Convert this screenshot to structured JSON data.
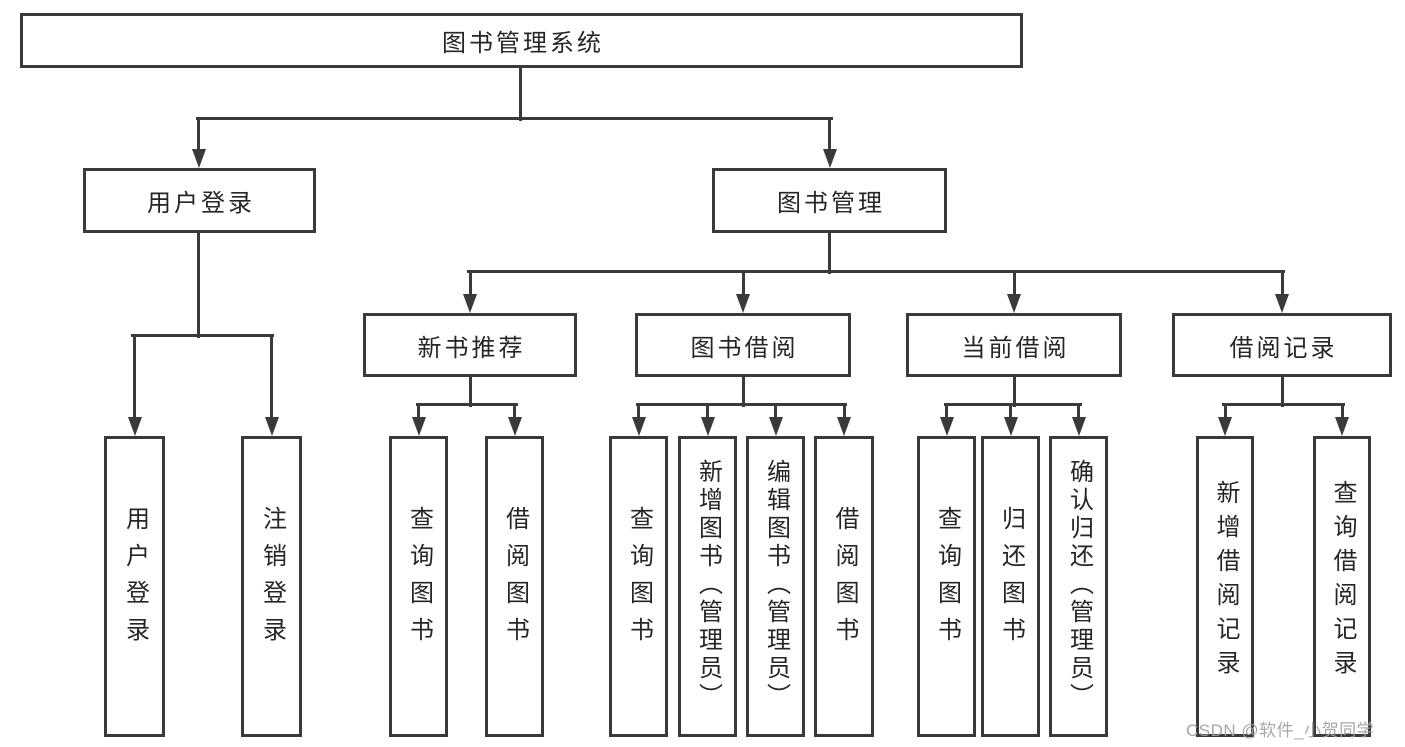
{
  "diagram": {
    "root_label": "图书管理系统",
    "level1": [
      "用户登录",
      "图书管理"
    ],
    "level2": [
      "新书推荐",
      "图书借阅",
      "当前借阅",
      "借阅记录"
    ],
    "leaves": {
      "user_login": [
        "用户登录",
        "注销登录"
      ],
      "new_book": [
        "查询图书",
        "借阅图书"
      ],
      "book_borrow": [
        "查询图书",
        "新增图书（管理员）",
        "编辑图书（管理员）",
        "借阅图书"
      ],
      "current_borrow": [
        "查询图书",
        "归还图书",
        "确认归还（管理员）"
      ],
      "borrow_records": [
        "新增借阅记录",
        "查询借阅记录"
      ]
    }
  },
  "watermark": "CSDN @软件_小贺同学",
  "colors": {
    "line": "#3a3a3a",
    "text": "#262626",
    "watermark": "#a2a2a2",
    "background": "#ffffff"
  }
}
